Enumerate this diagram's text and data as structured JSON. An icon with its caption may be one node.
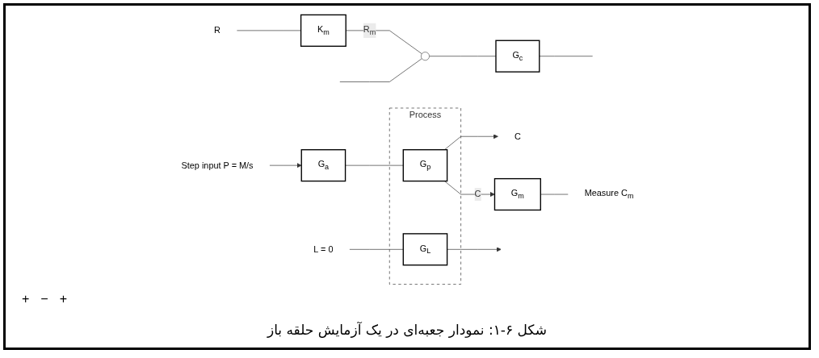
{
  "diagram": {
    "caption": "شکل ۶-۱: نمودار جعبه‌ای در یک آزمایش حلقه باز",
    "nodes": [
      {
        "text": [
          "R"
        ]
      },
      {
        "text": [
          "K$_{m}$"
        ]
      },
      {
        "text": [],
        "shape": "circle"
      },
      {
        "text": [
          "G$_{c}$"
        ]
      },
      {
        "text": [
          "Step input P = M/s"
        ]
      },
      {
        "text": [
          "G$_{a}$"
        ]
      },
      {
        "text": [
          "Process"
        ]
      },
      {
        "text": [
          "G$_{p}$"
        ],
        "in": 6
      },
      {
        "text": [
          "G$_{L}$"
        ],
        "in": 6
      },
      {
        "text": [
          "L = 0"
        ]
      },
      {
        "text": [
          "C"
        ]
      },
      {
        "text": [
          "G$_{m}$"
        ]
      },
      {
        "text": [
          "Measure C$_{m}$"
        ]
      }
    ],
    "edges": [
      {
        "from": 0,
        "to": 1,
        "arrow": "none"
      },
      {
        "from": 1,
        "to": 2,
        "arrow": "none",
        "label": "R$_{m}$"
      },
      {
        "from": 2,
        "to": 3,
        "arrow": "none"
      },
      {
        "from": 3,
        "to": null,
        "arrow": "none"
      },
      {
        "from": null,
        "to": 2,
        "arrow": "none"
      },
      {
        "from": 4,
        "to": 5,
        "arrow": "to"
      },
      {
        "from": 5,
        "to": 7,
        "arrow": "none"
      },
      {
        "from": 9,
        "to": 8,
        "arrow": "none"
      },
      {
        "from": 8,
        "to": null,
        "arrow": "to"
      },
      {
        "from": 7,
        "to": 10,
        "arrow": "to"
      },
      {
        "from": 7,
        "to": 11,
        "arrow": "to",
        "label": "C"
      },
      {
        "from": 11,
        "to": 12,
        "arrow": "none"
      }
    ],
    "labels": [
      "+",
      "−",
      "+"
    ]
  }
}
